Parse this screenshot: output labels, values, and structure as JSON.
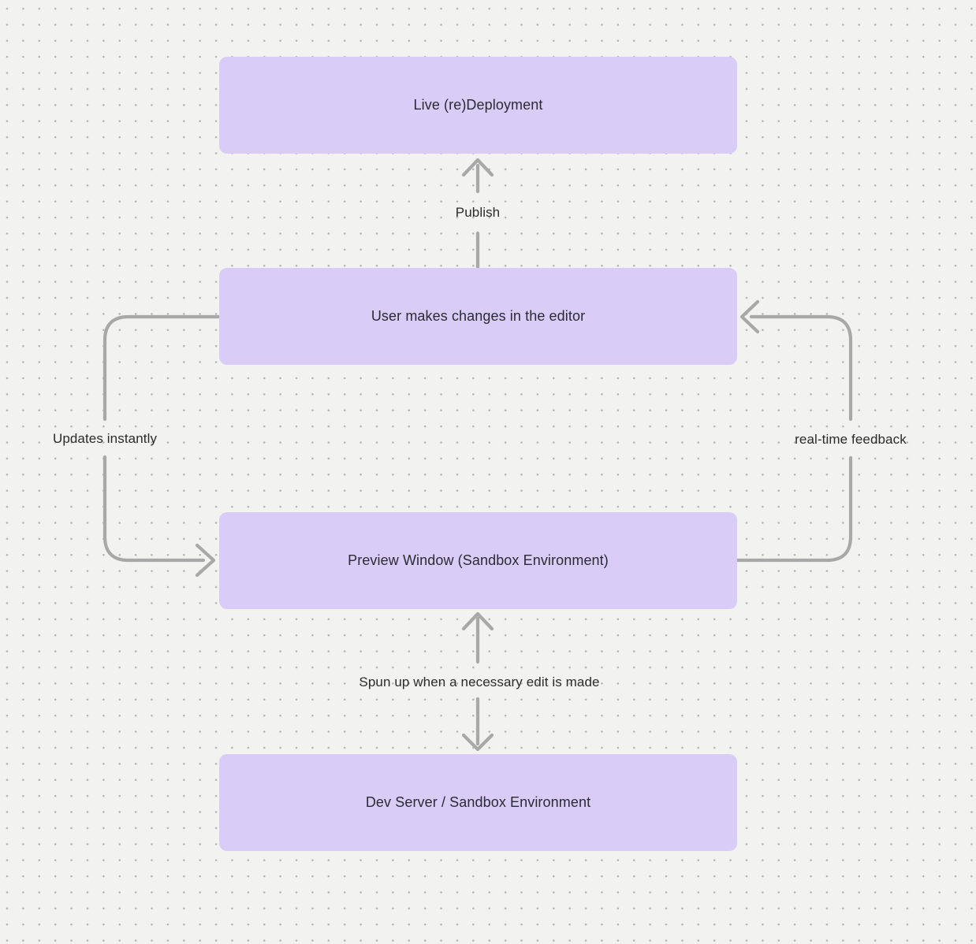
{
  "diagram": {
    "type": "flowchart",
    "colors": {
      "background": "#f2f2f1",
      "dot_grid": "#b3b3b3",
      "node_fill": "#d9cdf8",
      "connector": "#a8a8a8",
      "node_text": "#2c2a33",
      "label_text": "#2b2b2b"
    },
    "nodes": [
      {
        "label": "Live (re)Deployment"
      },
      {
        "label": "User makes changes in the editor"
      },
      {
        "label": "Preview Window (Sandbox Environment)"
      },
      {
        "label": "Dev Server / Sandbox Environment"
      }
    ],
    "edges": [
      {
        "label": "Publish",
        "from": "User makes changes in the editor",
        "to": "Live (re)Deployment",
        "arrow": "single-up"
      },
      {
        "label": "Updates instantly",
        "from": "User makes changes in the editor",
        "to": "Preview Window (Sandbox Environment)",
        "arrow": "single-into-preview"
      },
      {
        "label": "real-time feedback",
        "from": "Preview Window (Sandbox Environment)",
        "to": "User makes changes in the editor",
        "arrow": "single-into-editor"
      },
      {
        "label": "Spun up when a necessary edit is made",
        "from": "Preview Window (Sandbox Environment)",
        "to": "Dev Server / Sandbox Environment",
        "arrow": "bidirectional"
      }
    ]
  }
}
